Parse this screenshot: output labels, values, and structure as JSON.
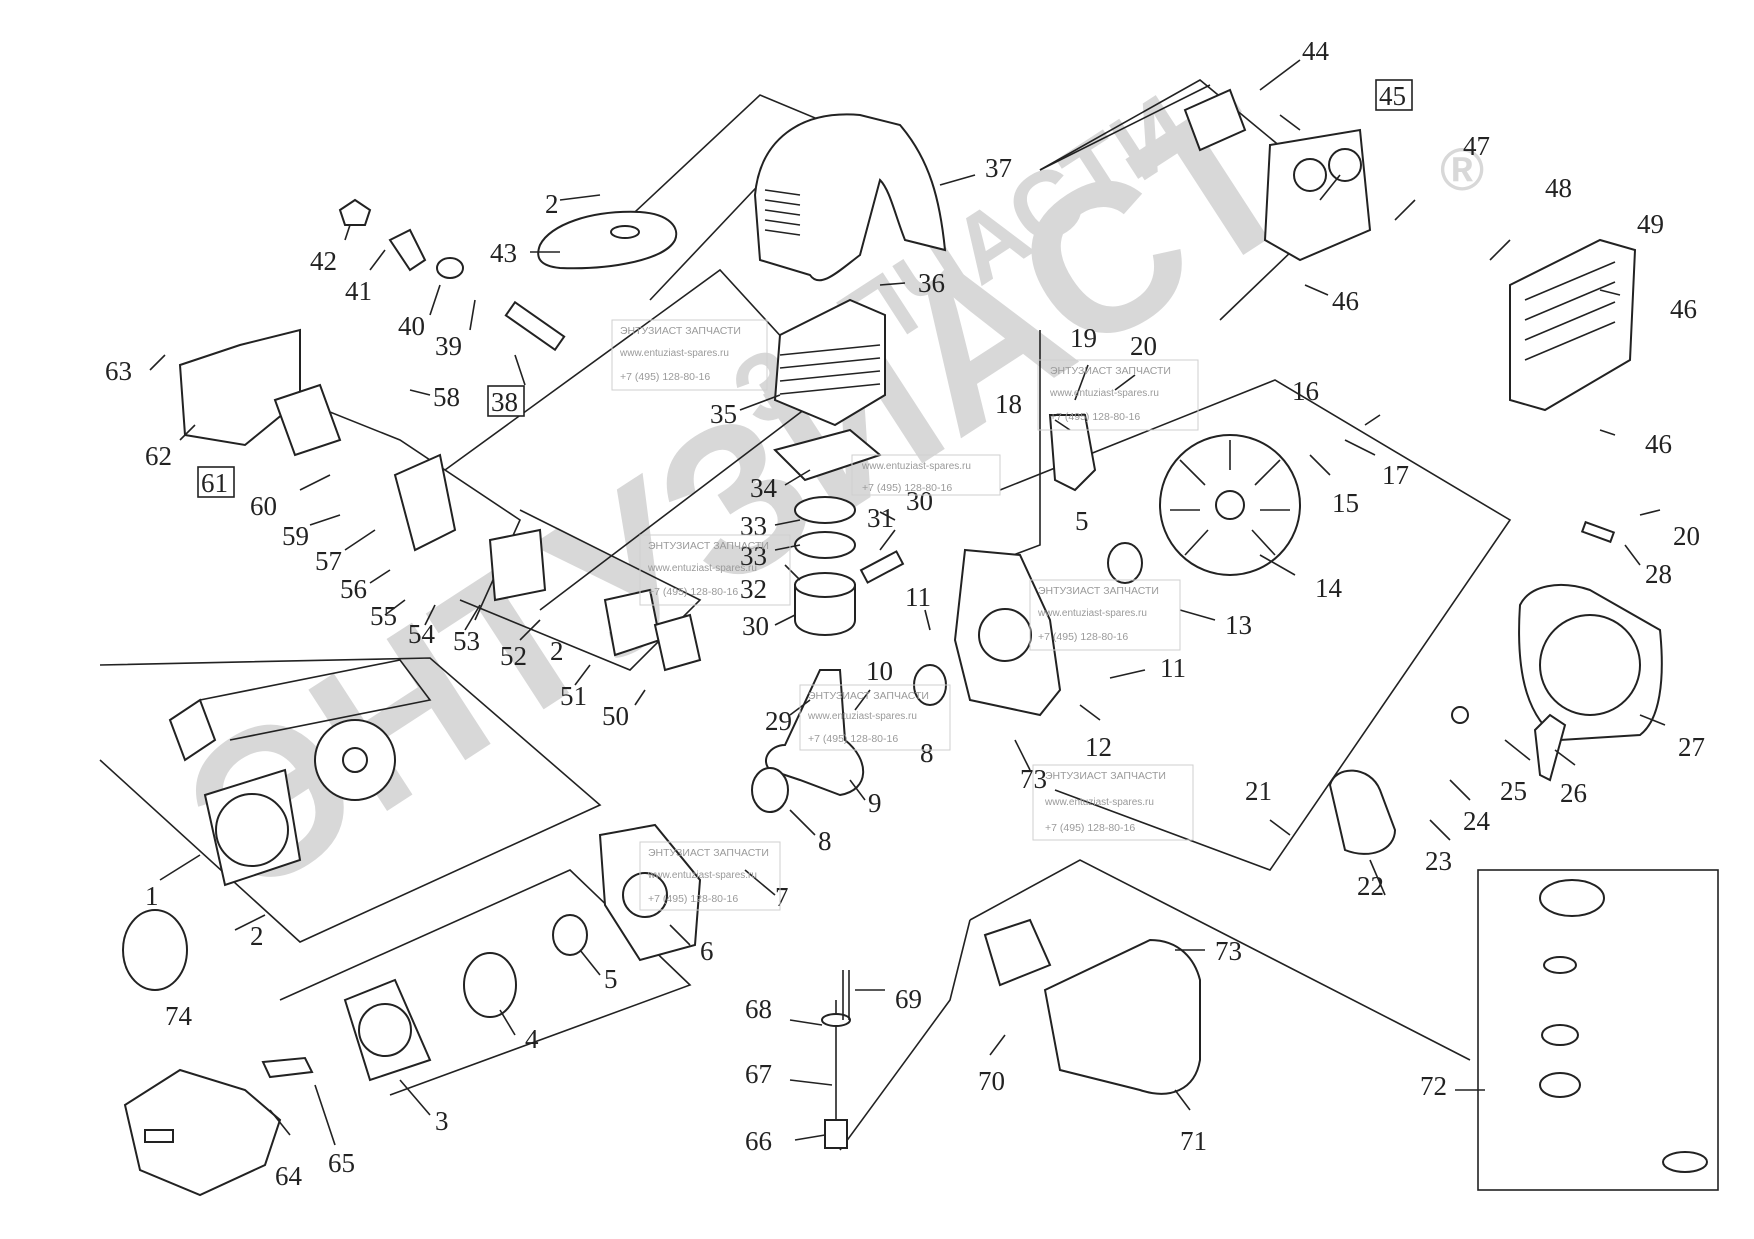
{
  "watermark": {
    "brand_cyrillic": "ЭНТУЗИАСТ",
    "brand_sub": "ЗАПЧАСТИ",
    "registered": "®",
    "stamp_title": "ЭНТУЗИАСТ ЗАПЧАСТИ",
    "stamp_url": "www.entuziast-spares.ru",
    "stamp_phone": "+7 (495) 128-80-16"
  },
  "labels": {
    "l1": "1",
    "l2a": "2",
    "l2b": "2",
    "l2c": "2",
    "l3": "3",
    "l4": "4",
    "l5a": "5",
    "l5b": "5",
    "l6": "6",
    "l7": "7",
    "l8a": "8",
    "l8b": "8",
    "l9": "9",
    "l10": "10",
    "l11a": "11",
    "l11b": "11",
    "l12": "12",
    "l13": "13",
    "l14": "14",
    "l15": "15",
    "l16": "16",
    "l17": "17",
    "l18": "18",
    "l19": "19",
    "l20a": "20",
    "l20b": "20",
    "l21": "21",
    "l22": "22",
    "l23": "23",
    "l24": "24",
    "l25": "25",
    "l26": "26",
    "l27": "27",
    "l28": "28",
    "l29": "29",
    "l30a": "30",
    "l30b": "30",
    "l31": "31",
    "l32": "32",
    "l33a": "33",
    "l33b": "33",
    "l34": "34",
    "l35": "35",
    "l36": "36",
    "l37": "37",
    "l38": "38",
    "l39": "39",
    "l40": "40",
    "l41": "41",
    "l42": "42",
    "l43": "43",
    "l44": "44",
    "l45": "45",
    "l46a": "46",
    "l46b": "46",
    "l46c": "46",
    "l47": "47",
    "l48": "48",
    "l49": "49",
    "l50": "50",
    "l51": "51",
    "l52": "52",
    "l53": "53",
    "l54": "54",
    "l55": "55",
    "l56": "56",
    "l57": "57",
    "l58": "58",
    "l59": "59",
    "l60": "60",
    "l61": "61",
    "l62": "62",
    "l63": "63",
    "l64": "64",
    "l65": "65",
    "l66": "66",
    "l67": "67",
    "l68": "68",
    "l69": "69",
    "l70": "70",
    "l71": "71",
    "l72": "72",
    "l73a": "73",
    "l73b": "73",
    "l74": "74"
  },
  "colors": {
    "line": "#222222",
    "watermark": "#d8d8d8",
    "stamp_text": "#9a9a9a"
  }
}
